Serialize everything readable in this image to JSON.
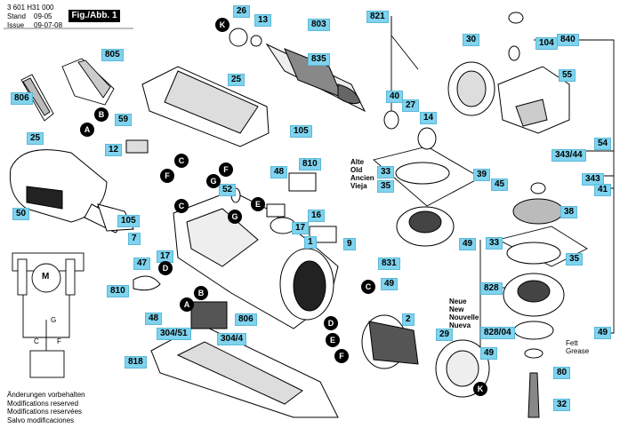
{
  "header": {
    "part_number": "3 601 H31 000",
    "stand_label": "Stand",
    "stand_value": "09-05",
    "issue_label": "Issue",
    "issue_value": "09-07-08",
    "figure_label": "Fig./Abb. 1"
  },
  "callouts": {
    "c26": "26",
    "c13": "13",
    "c803": "803",
    "c821": "821",
    "c805": "805",
    "c835": "835",
    "c30": "30",
    "c104": "104",
    "c840": "840",
    "c806": "806",
    "c25a": "25",
    "c55": "55",
    "c40": "40",
    "c27": "27",
    "c14": "14",
    "c59": "59",
    "c105a": "105",
    "c25b": "25",
    "c12": "12",
    "c54": "54",
    "c343_44": "343/44",
    "c343": "343",
    "c41": "41",
    "c39": "39",
    "c45": "45",
    "c48a": "48",
    "c810a": "810",
    "c52": "52",
    "c50": "50",
    "c105b": "105",
    "c33a": "33",
    "c35a": "35",
    "c16": "16",
    "c38": "38",
    "c7": "7",
    "c17a": "17",
    "c1": "1",
    "c9": "9",
    "c49a": "49",
    "c47": "47",
    "c17b": "17",
    "c831": "831",
    "c33b": "33",
    "c35b": "35",
    "c810b": "810",
    "c49b": "49",
    "c828": "828",
    "c48b": "48",
    "c806b": "806",
    "c304_51": "304/51",
    "c304_4": "304/4",
    "c2": "2",
    "c828_04": "828/04",
    "c49c": "49",
    "c29": "29",
    "c49d": "49",
    "c818": "818",
    "c80": "80",
    "c32": "32"
  },
  "refs": {
    "K_top": "K",
    "B_top": "B",
    "A_top": "A",
    "C_mid": "C",
    "F_mid1": "F",
    "F_mid2": "F",
    "G_mid": "G",
    "E_mid": "E",
    "C_left": "C",
    "D_left": "D",
    "G_left": "G",
    "B_left": "B",
    "A_left": "A",
    "C_bot": "C",
    "D_bot": "D",
    "E_bot": "E",
    "F_bot": "F",
    "K_bot": "K"
  },
  "labels": {
    "old_block": [
      "Alte",
      "Old",
      "Ancien",
      "Vieja"
    ],
    "new_block": [
      "Neue",
      "New",
      "Nouvelle",
      "Nueva"
    ],
    "grease": [
      "Fett",
      "Grease"
    ],
    "motor_m": "M",
    "motor_g": "G",
    "motor_c": "C",
    "motor_f": "F"
  },
  "notes": [
    "Änderungen vorbehalten",
    "Modifications reserved",
    "Modifications reservées",
    "Salvo modificaciones"
  ],
  "colors": {
    "callout_fill": "#7fd3ee",
    "ink": "#000000"
  }
}
